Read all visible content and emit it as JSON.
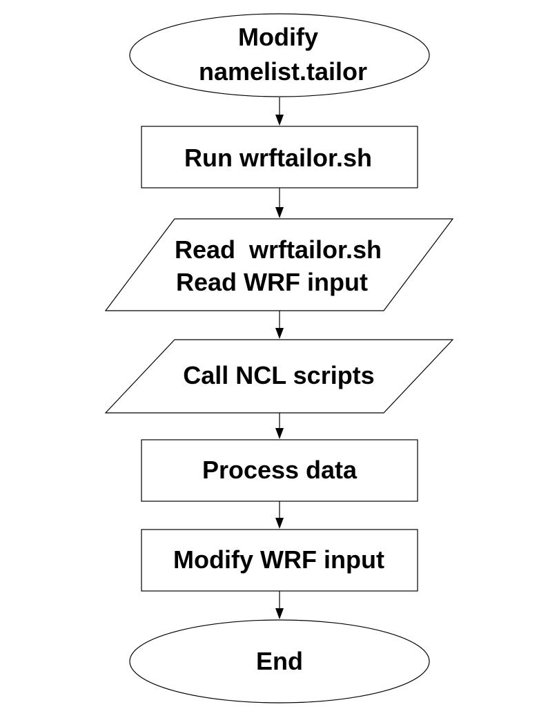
{
  "flowchart": {
    "nodes": {
      "start": {
        "shape": "terminator-ellipse",
        "lines": [
          "Modify",
          "namelist.tailor"
        ]
      },
      "run_script": {
        "shape": "process-rectangle",
        "lines": [
          "Run wrftailor.sh"
        ]
      },
      "read_inputs": {
        "shape": "io-parallelogram",
        "lines": [
          "Read  wrftailor.sh",
          "Read WRF input"
        ]
      },
      "call_ncl": {
        "shape": "io-parallelogram",
        "lines": [
          "Call NCL scripts"
        ]
      },
      "process_data": {
        "shape": "process-rectangle",
        "lines": [
          "Process data"
        ]
      },
      "modify_input": {
        "shape": "process-rectangle",
        "lines": [
          "Modify WRF input"
        ]
      },
      "end": {
        "shape": "terminator-ellipse",
        "lines": [
          "End"
        ]
      }
    },
    "edges": [
      [
        "start",
        "run_script"
      ],
      [
        "run_script",
        "read_inputs"
      ],
      [
        "read_inputs",
        "call_ncl"
      ],
      [
        "call_ncl",
        "process_data"
      ],
      [
        "process_data",
        "modify_input"
      ],
      [
        "modify_input",
        "end"
      ]
    ],
    "colors": {
      "stroke": "#000000",
      "fill": "#ffffff",
      "text": "#000000"
    }
  }
}
